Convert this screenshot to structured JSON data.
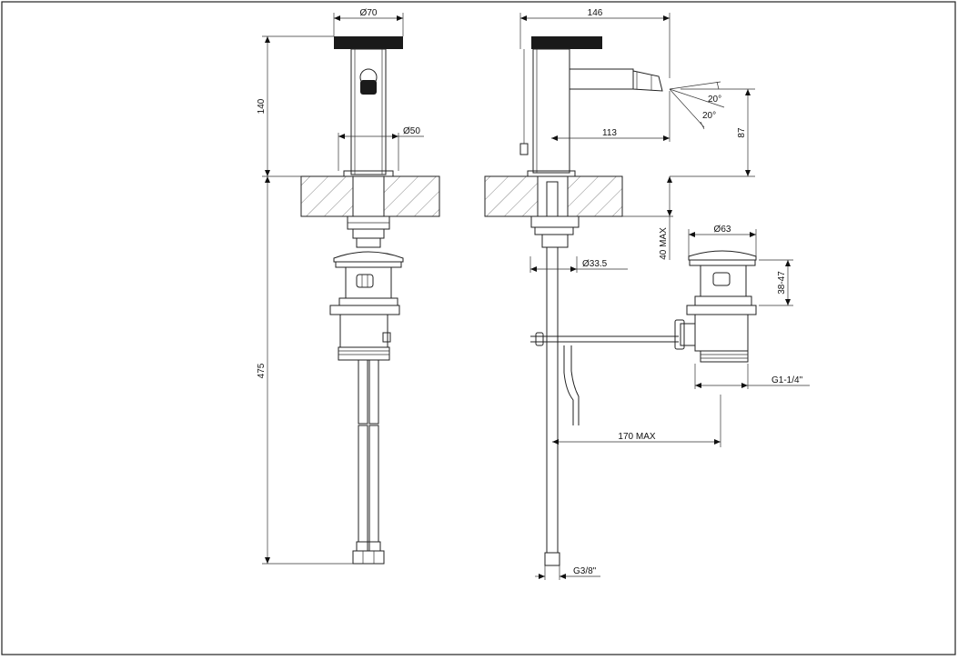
{
  "dimensions": {
    "body_diameter_top": "Ø70",
    "height_left": "140",
    "inner_diameter": "Ø50",
    "total_height": "475",
    "spout_reach": "146",
    "outlet_reach": "113",
    "swivel_angle_up": "20°",
    "swivel_angle_down": "20°",
    "outlet_height": "87",
    "deck_max": "40 MAX",
    "shank_diameter": "Ø33.5",
    "waste_diameter": "Ø63",
    "waste_range": "38-47",
    "waste_thread": "G1-1/4\"",
    "rod_length": "170 MAX",
    "hose_thread": "G3/8\""
  }
}
